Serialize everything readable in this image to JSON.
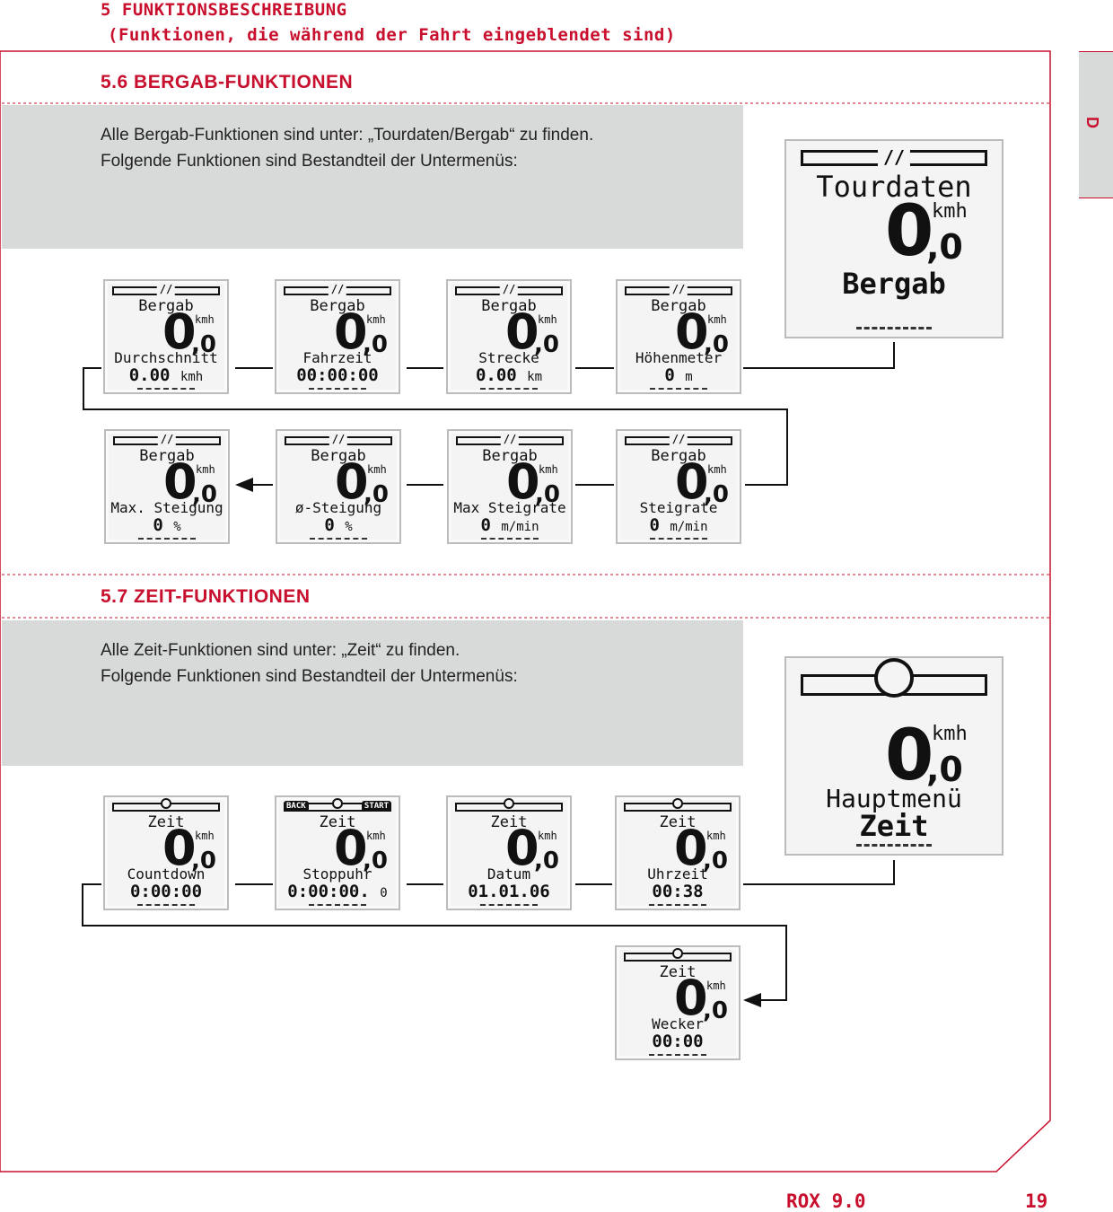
{
  "header": {
    "chapter": "5 FUNKTIONSBESCHREIBUNG",
    "subtitle": "(Funktionen, die während der Fahrt eingeblendet sind)"
  },
  "side_tab": {
    "label": "D"
  },
  "colors": {
    "accent": "#c8102e",
    "panel": "#d8d9d9"
  },
  "section_downhill": {
    "title": "5.6 BERGAB-FUNKTIONEN",
    "intro_line1": "Alle Bergab-Funktionen sind unter: „Tourdaten/Bergab“ zu finden.",
    "intro_line2": "Folgende Funktionen sind Bestandteil der Untermenüs:",
    "main_screen": {
      "top": "Tourdaten",
      "speed": "0",
      "decimal": ",0",
      "unit": "kmh",
      "bottom": "Bergab"
    },
    "screens": [
      {
        "top": "Bergab",
        "speed": "0",
        "decimal": ",0",
        "unit": "kmh",
        "label": "Durchschnitt",
        "value": "0.00",
        "value_unit": "kmh"
      },
      {
        "top": "Bergab",
        "speed": "0",
        "decimal": ",0",
        "unit": "kmh",
        "label": "Fahrzeit",
        "value": "00:00:00",
        "value_unit": ""
      },
      {
        "top": "Bergab",
        "speed": "0",
        "decimal": ",0",
        "unit": "kmh",
        "label": "Strecke",
        "value": "0.00",
        "value_unit": "km"
      },
      {
        "top": "Bergab",
        "speed": "0",
        "decimal": ",0",
        "unit": "kmh",
        "label": "Höhenmeter",
        "value": "0",
        "value_unit": "m"
      },
      {
        "top": "Bergab",
        "speed": "0",
        "decimal": ",0",
        "unit": "kmh",
        "label": "Max. Steigung",
        "value": "0",
        "value_unit": "%"
      },
      {
        "top": "Bergab",
        "speed": "0",
        "decimal": ",0",
        "unit": "kmh",
        "label": "ø-Steigung",
        "value": "0",
        "value_unit": "%"
      },
      {
        "top": "Bergab",
        "speed": "0",
        "decimal": ",0",
        "unit": "kmh",
        "label": "Max Steigrate",
        "value": "0",
        "value_unit": "m/min"
      },
      {
        "top": "Bergab",
        "speed": "0",
        "decimal": ",0",
        "unit": "kmh",
        "label": "Steigrate",
        "value": "0",
        "value_unit": "m/min"
      }
    ]
  },
  "section_time": {
    "title": "5.7 ZEIT-FUNKTIONEN",
    "intro_line1": "Alle Zeit-Funktionen sind unter: „Zeit“ zu finden.",
    "intro_line2": "Folgende Funktionen sind Bestandteil der Untermenüs:",
    "main_screen": {
      "top": "Hauptmenü",
      "speed": "0",
      "decimal": ",0",
      "unit": "kmh",
      "bottom": "Zeit"
    },
    "screens": [
      {
        "top": "Zeit",
        "speed": "0",
        "decimal": ",0",
        "unit": "kmh",
        "label": "Countdown",
        "value": "0:00:00",
        "value_unit": ""
      },
      {
        "top": "Zeit",
        "speed": "0",
        "decimal": ",0",
        "unit": "kmh",
        "label": "Stoppuhr",
        "value": "0:00:00.",
        "value_unit": "0",
        "back": "BACK",
        "start": "START"
      },
      {
        "top": "Zeit",
        "speed": "0",
        "decimal": ",0",
        "unit": "kmh",
        "label": "Datum",
        "value": "01.01.06",
        "value_unit": ""
      },
      {
        "top": "Zeit",
        "speed": "0",
        "decimal": ",0",
        "unit": "kmh",
        "label": "Uhrzeit",
        "value": "00:38",
        "value_unit": ""
      },
      {
        "top": "Zeit",
        "speed": "0",
        "decimal": ",0",
        "unit": "kmh",
        "label": "Wecker",
        "value": "00:00",
        "value_unit": ""
      }
    ]
  },
  "footer": {
    "product": "ROX 9.0",
    "page": "19"
  }
}
